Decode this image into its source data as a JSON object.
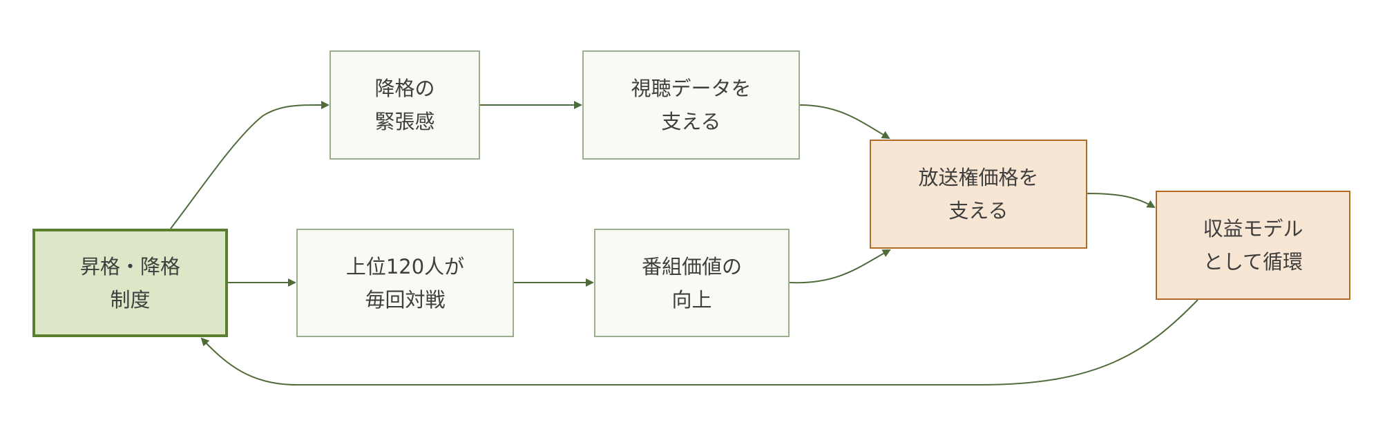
{
  "diagram": {
    "nodes": [
      {
        "id": "root",
        "lines": [
          "昇格・降格",
          "制度"
        ]
      },
      {
        "id": "tension",
        "lines": [
          "降格の",
          "緊張感"
        ]
      },
      {
        "id": "top120",
        "lines": [
          "上位120人が",
          "毎回対戦"
        ]
      },
      {
        "id": "viewer",
        "lines": [
          "視聴データを",
          "支える"
        ]
      },
      {
        "id": "value",
        "lines": [
          "番組価値の",
          "向上"
        ]
      },
      {
        "id": "rights",
        "lines": [
          "放送権価格を",
          "支える"
        ]
      },
      {
        "id": "revenue",
        "lines": [
          "収益モデル",
          "として循環"
        ]
      }
    ],
    "edges": [
      {
        "from": "root",
        "to": "tension"
      },
      {
        "from": "root",
        "to": "top120"
      },
      {
        "from": "tension",
        "to": "viewer"
      },
      {
        "from": "top120",
        "to": "value"
      },
      {
        "from": "viewer",
        "to": "rights"
      },
      {
        "from": "value",
        "to": "rights"
      },
      {
        "from": "rights",
        "to": "revenue"
      },
      {
        "from": "revenue",
        "to": "root"
      }
    ],
    "colors": {
      "edge": "#4f6b3a",
      "root_fill": "#dce7c8",
      "root_border": "#5b7f2e",
      "node_fill": "#f8faf3",
      "node_border": "#9aad8c",
      "warm_fill": "#f7e6d4",
      "warm_border": "#b36a25"
    }
  }
}
